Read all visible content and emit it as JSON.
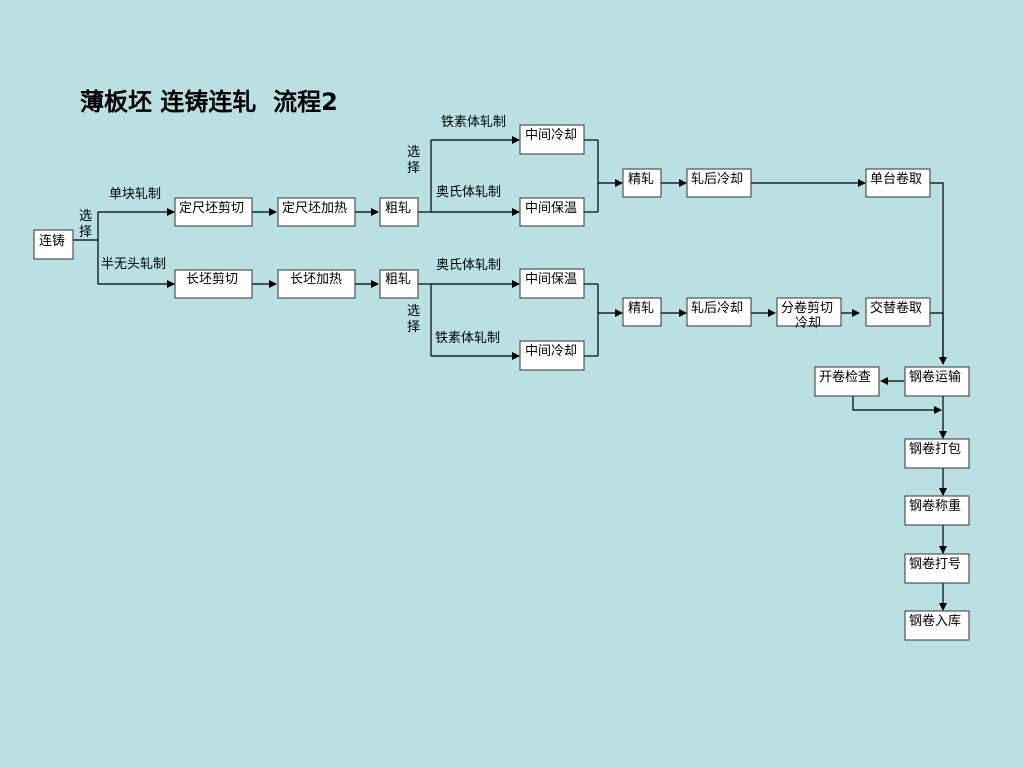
{
  "title": "薄板坯 连铸连轧  流程2",
  "nodes": {
    "casting": "连铸",
    "fixed_shear": "定尺坯剪切",
    "fixed_heat": "定尺坯加热",
    "rough_top": "粗轧",
    "mid_cool_a": "中间冷却",
    "mid_keep_a": "中间保温",
    "finish_top": "精轧",
    "post_cool_top": "轧后冷却",
    "single_coiling": "单台卷取",
    "long_shear": "长坯剪切",
    "long_heat": "长坯加热",
    "rough_bottom": "粗轧",
    "mid_keep_b": "中间保温",
    "mid_cool_b": "中间冷却",
    "finish_bottom": "精轧",
    "post_cool_bottom": "轧后冷却",
    "split_shear_line1": "分卷剪切",
    "split_shear_line2": "冷却",
    "alt_coiling": "交替卷取",
    "uncoil_inspect": "开卷检查",
    "coil_transport": "钢卷运输",
    "coil_pack": "钢卷打包",
    "coil_weigh": "钢卷称重",
    "coil_mark": "钢卷打号",
    "coil_store": "钢卷入库"
  },
  "labels": {
    "choose_1": "选",
    "choose_2": "择",
    "single_block": "单块轧制",
    "semi_endless": "半无头轧制",
    "ferrite_rolling": "铁素体轧制",
    "austenite_rolling": "奥氏体轧制"
  }
}
